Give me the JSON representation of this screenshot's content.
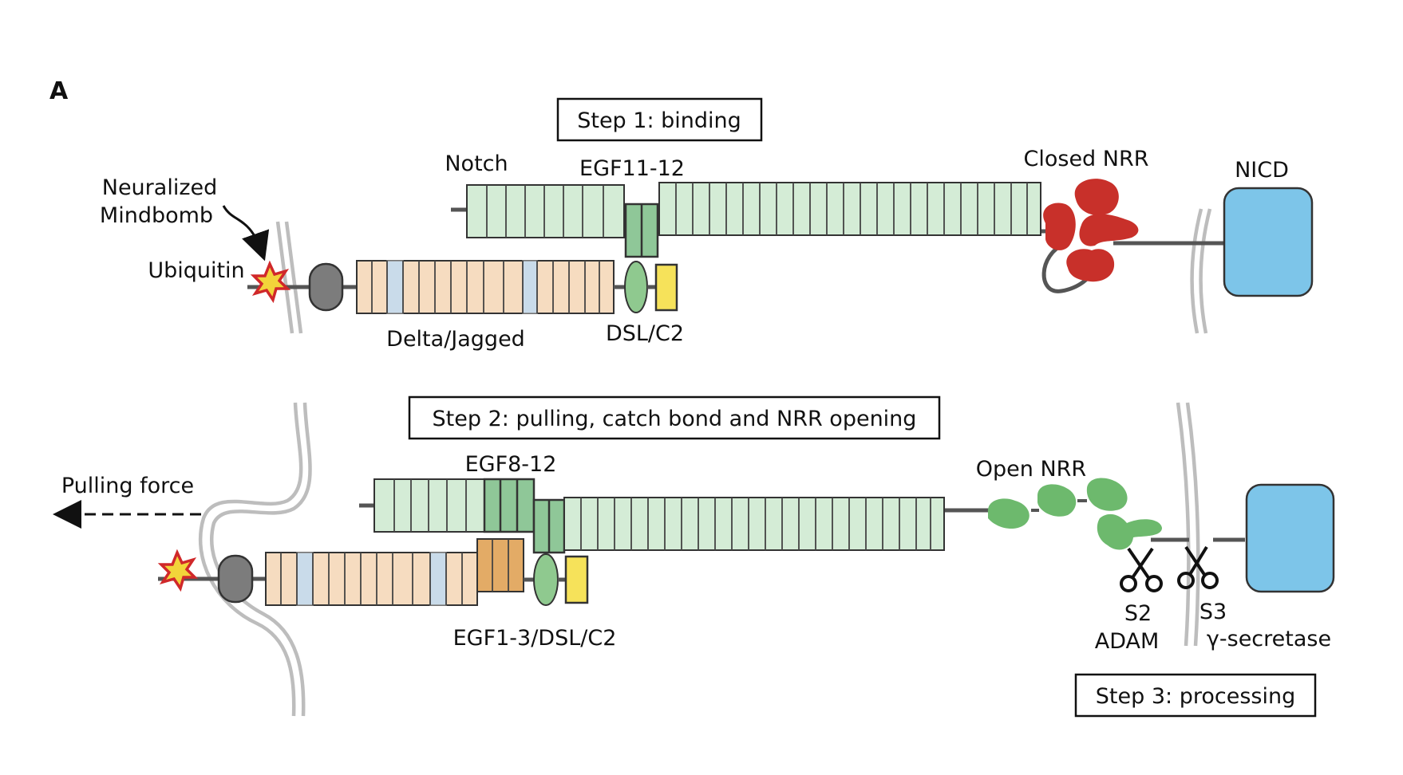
{
  "panel_letter": "A",
  "step1": {
    "title": "Step 1: binding",
    "notch_label": "Notch",
    "egf_label": "EGF11-12",
    "closed_nrr_label": "Closed NRR",
    "nicd_label": "NICD",
    "ub_ligase_line1": "Neuralized",
    "ub_ligase_line2": "Mindbomb",
    "ubiquitin_label": "Ubiquitin",
    "ligand_label": "Delta/Jagged",
    "dsl_label": "DSL/C2"
  },
  "step2": {
    "title": "Step 2: pulling, catch bond and NRR opening",
    "force_label": "Pulling force",
    "egf_label": "EGF8-12",
    "open_nrr_label": "Open NRR",
    "ligand_domain_label": "EGF1-3/DSL/C2",
    "s2_label": "S2",
    "s2_enzyme": "ADAM",
    "s3_label": "S3",
    "s3_enzyme": "γ-secretase"
  },
  "step3": {
    "title": "Step 3: processing"
  },
  "colors": {
    "notch_egf": "#d4ecd6",
    "binding_egf": "#8fc798",
    "ligand_egf": "#f6dcc0",
    "ligand_alt": "#c9dbea",
    "ligand_binding": "#e3ab66",
    "closed_nrr": "#c8302a",
    "open_nrr": "#6db96d",
    "nicd": "#7dc5e9",
    "dsl": "#8fc98f",
    "c2": "#f6e25a",
    "membrane": "#bdbdbd",
    "ubiquitin_star": "#f2d43a"
  },
  "icons": [
    "ubiquitin-star-icon",
    "scissors-icon",
    "curved-arrow-icon",
    "dashed-arrow-icon"
  ]
}
